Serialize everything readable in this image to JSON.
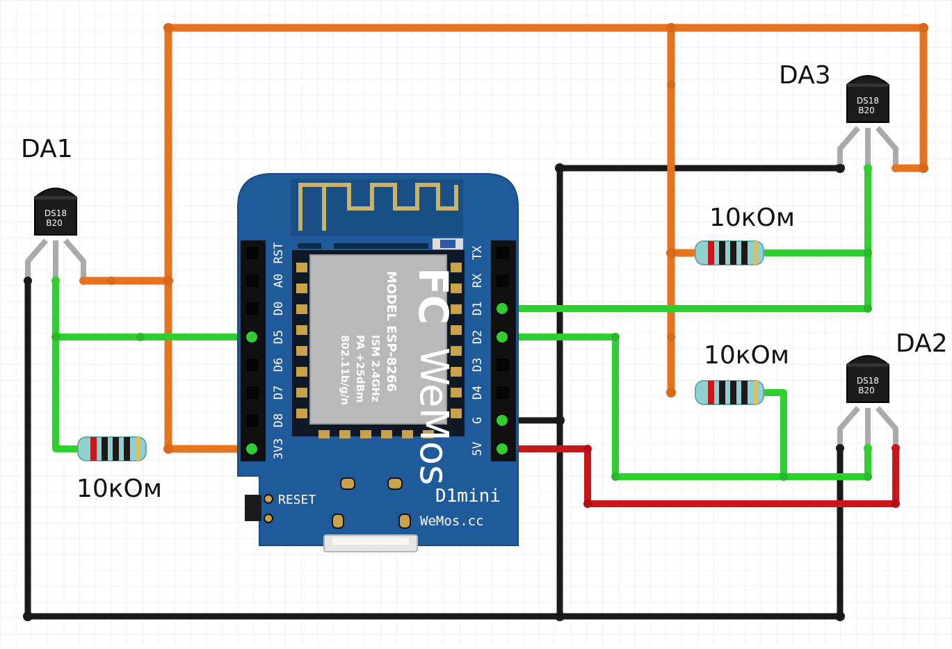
{
  "colors": {
    "board": "#1f5b9a",
    "board_dark": "#16477a",
    "wire_orange": "#e8731e",
    "wire_green": "#2fcf2f",
    "wire_black": "#1a1a1a",
    "wire_red": "#c8161b",
    "sensor": "#1c1c1c",
    "resistor_body": "#8fd0d0"
  },
  "sensors": [
    {
      "name": "DA1",
      "line1": "DS18",
      "line2": "B20"
    },
    {
      "name": "DA2",
      "line1": "DS18",
      "line2": "B20"
    },
    {
      "name": "DA3",
      "line1": "DS18",
      "line2": "B20"
    }
  ],
  "resistors": [
    {
      "label": "10кОм"
    },
    {
      "label": "10кОм"
    },
    {
      "label": "10кОм"
    }
  ],
  "board": {
    "pins_left": [
      "RST",
      "A0",
      "D0",
      "D5",
      "D6",
      "D7",
      "D8",
      "3V3"
    ],
    "pins_right": [
      "TX",
      "RX",
      "D1",
      "D2",
      "D3",
      "D4",
      "G",
      "5V"
    ],
    "reset_label": "RESET",
    "model_title": "D1mini",
    "site": "WeMos.cc",
    "module_brand": "WeMos",
    "module_fc": "FC",
    "module_lines": [
      "MODEL  ESP-8266",
      "ISM 2.4GHz",
      "PA +25dBm",
      "802.11b/g/n"
    ]
  }
}
